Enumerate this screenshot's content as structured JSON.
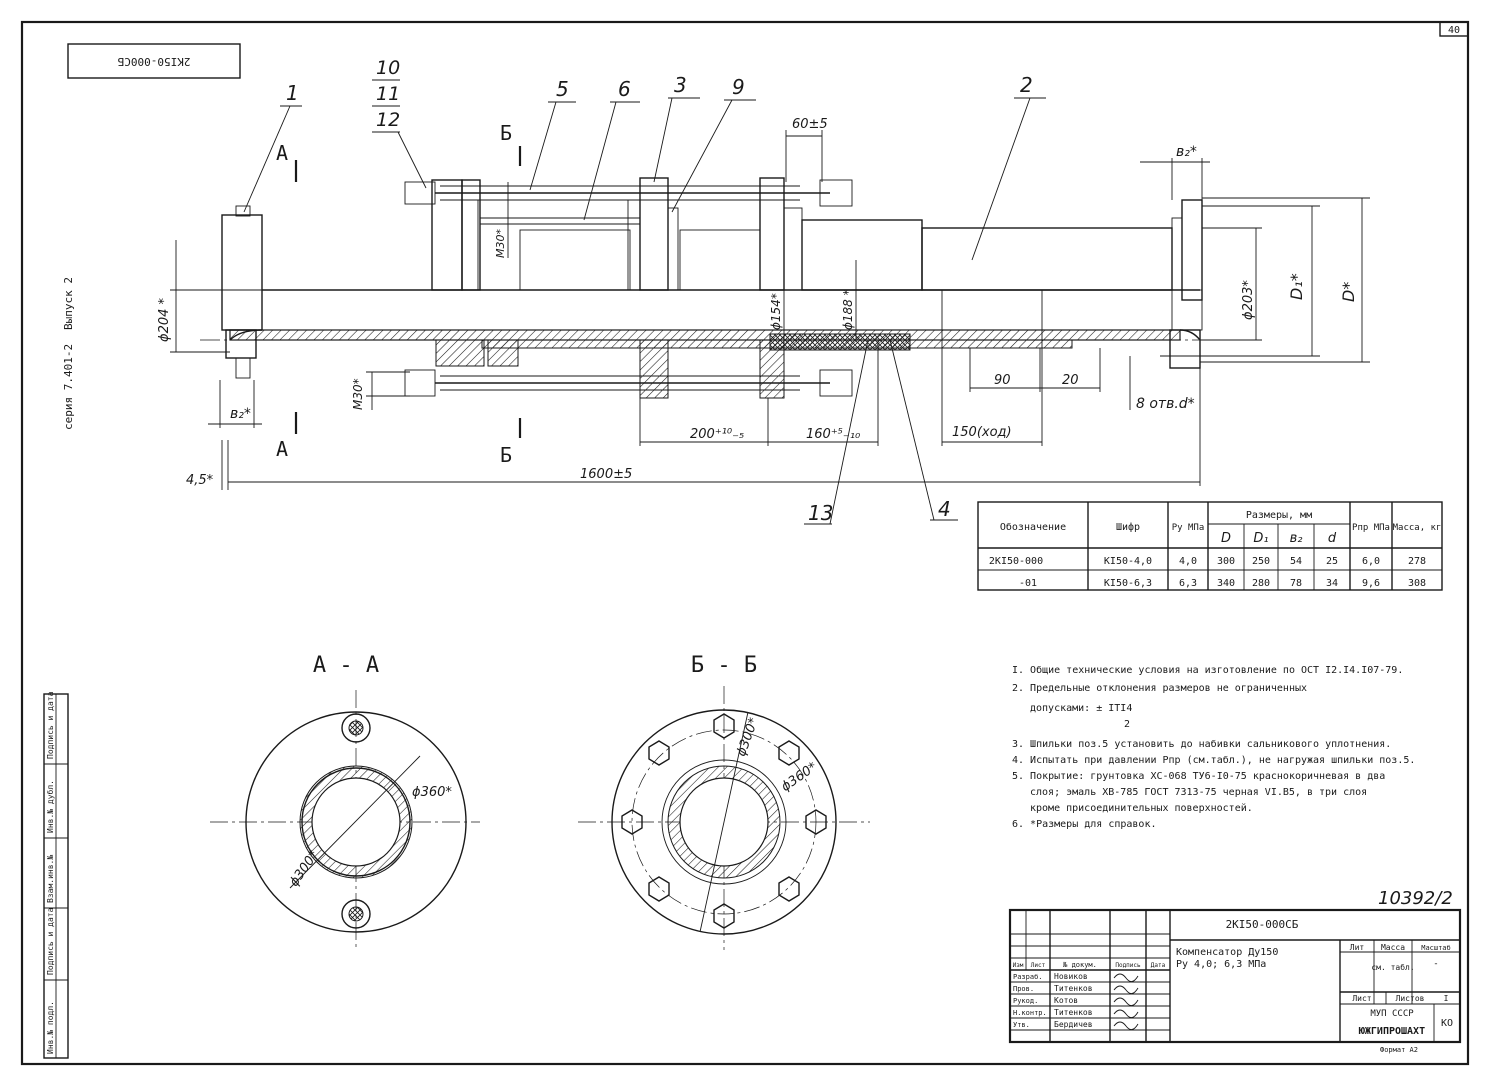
{
  "sheet": {
    "page_no": "40",
    "stamp_code_rotated": "2КI50-000СБ",
    "series_text": "серия 7.401-2",
    "issue_text": "Выпуск 2",
    "archive_no": "10392/2"
  },
  "side_strip": {
    "labels": [
      "Инв.№ подл.",
      "Подпись и дата",
      "Взам.инв.№",
      "Инв.№ дубл.",
      "Подпись и дата"
    ]
  },
  "callouts": [
    "1",
    "2",
    "3",
    "4",
    "5",
    "6",
    "9",
    "10",
    "11",
    "12",
    "13"
  ],
  "section_marks": {
    "a": "А",
    "b": "Б"
  },
  "dimensions": {
    "d204": "ϕ204 *",
    "m30_top": "М30*",
    "d154": "ϕ154*",
    "d188": "ϕ188 *",
    "d60": "60±5",
    "b2_top": "в₂*",
    "d203": "ϕ203*",
    "D1": "D₁*",
    "D": "D*",
    "m30_bot": "М30*",
    "b2_left": "в₂*",
    "d45": "4,5*",
    "d200": "200⁺¹⁰₋₅",
    "d160": "160⁺⁵₋₁₀",
    "d150": "150(ход)",
    "d90": "90",
    "d20": "20",
    "holes": "8 отв.d*",
    "d1600": "1600±5"
  },
  "sections": {
    "aa_title": "А - А",
    "bb_title": "Б - Б",
    "aa_d360": "ϕ360*",
    "aa_d300": "ϕ300*",
    "bb_d300": "ϕ300*",
    "bb_d360": "ϕ360*"
  },
  "spec_table": {
    "headers": {
      "designation": "Обозначение",
      "code": "Шифр",
      "pu": "Ру МПа",
      "sizes": "Размеры, мм",
      "D": "D",
      "D1": "D₁",
      "b2": "в₂",
      "d": "d",
      "ppr": "Рпр МПа",
      "mass": "Масса, кг"
    },
    "rows": [
      {
        "designation": "2КI50-000",
        "code": "КI50-4,0",
        "pu": "4,0",
        "D": "300",
        "D1": "250",
        "b2": "54",
        "d": "25",
        "ppr": "6,0",
        "mass": "278"
      },
      {
        "designation": "-01",
        "code": "КI50-6,3",
        "pu": "6,3",
        "D": "340",
        "D1": "280",
        "b2": "78",
        "d": "34",
        "ppr": "9,6",
        "mass": "308"
      }
    ]
  },
  "notes": [
    "I. Общие технические условия на изготовление по ОСТ I2.I4.I07-79.",
    "2. Предельные отклонения размеров не ограниченных",
    "допусками: ± IТI4",
    "2",
    "3. Шпильки поз.5 установить до набивки сальникового уплотнения.",
    "4. Испытать при давлении Рпр (см.табл.), не нагружая шпильки поз.5.",
    "5. Покрытие: грунтовка ХС-068 ТУ6-I0-75 краснокоричневая в два",
    "слоя; эмаль ХВ-785 ГОСТ 7313-75 черная VI.В5, в три слоя",
    "кроме присоединительных поверхностей.",
    "6. *Размеры для справок."
  ],
  "title_block": {
    "doc_code": "2КI50-000СБ",
    "title_line1": "Компенсатор Ду150",
    "title_line2": "Ру 4,0; 6,3 МПа",
    "col_headers": [
      "Изм",
      "Лист",
      "№ докум.",
      "Подпись",
      "Дата"
    ],
    "roles": [
      "Разраб.",
      "Пров.",
      "Рукод.",
      "Н.контр.",
      "Утв."
    ],
    "names": [
      "Новиков",
      "Титенков",
      "Котов",
      "Титенков",
      "Бердичев"
    ],
    "lit_header": "Лит",
    "mass_header": "Масса",
    "scale_header": "Масштаб",
    "mass_value": "см. табл.",
    "scale_value": "-",
    "sheet_label": "Лист",
    "sheets_label": "Листов",
    "sheets_value": "I",
    "ko": "КО",
    "org_line1": "МУП СССР",
    "org_line2": "ЮЖГИПРОШАХТ",
    "format": "Формат А2"
  }
}
